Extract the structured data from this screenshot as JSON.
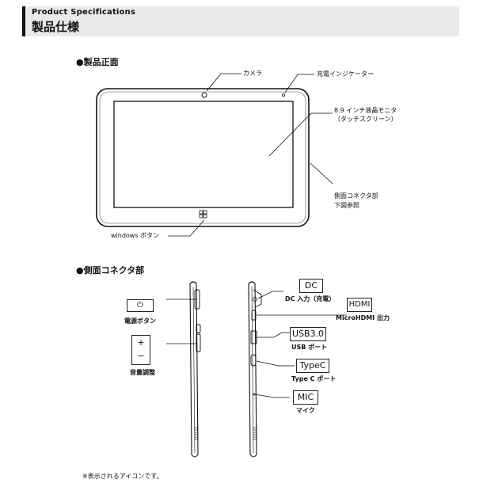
{
  "header": {
    "subtitle_en": "Product Specifications",
    "title_jp": "製品仕様"
  },
  "front": {
    "section_title": "●製品正面",
    "labels": {
      "camera": "カメラ",
      "charge_indicator": "充電インジケーター",
      "screen_line1": "8.9 インチ液晶モニタ",
      "screen_line2": "（タッチスクリーン）",
      "side_line1": "側面コネクタ部",
      "side_line2": "下図参照",
      "windows_button": "windows ボタン"
    }
  },
  "side": {
    "section_title": "●側面コネクタ部",
    "left_icons": [
      {
        "icon": "power-icon",
        "glyph": "⏻",
        "label": "電源ボタン"
      },
      {
        "icon": "volume-icon",
        "glyph_top": "+",
        "glyph_bottom": "−",
        "label": "音量調整"
      }
    ],
    "ports": [
      {
        "box": "DC",
        "label": "DC 入力（充電）"
      },
      {
        "box": "HDMI",
        "label": "MicroHDMI 出力"
      },
      {
        "box": "USB3.0",
        "label": "USB ポート"
      },
      {
        "box": "TypeC",
        "label": "Type C ポート"
      },
      {
        "box": "MIC",
        "label": "マイク"
      }
    ]
  },
  "footnote": "※表示されるアイコンです。"
}
